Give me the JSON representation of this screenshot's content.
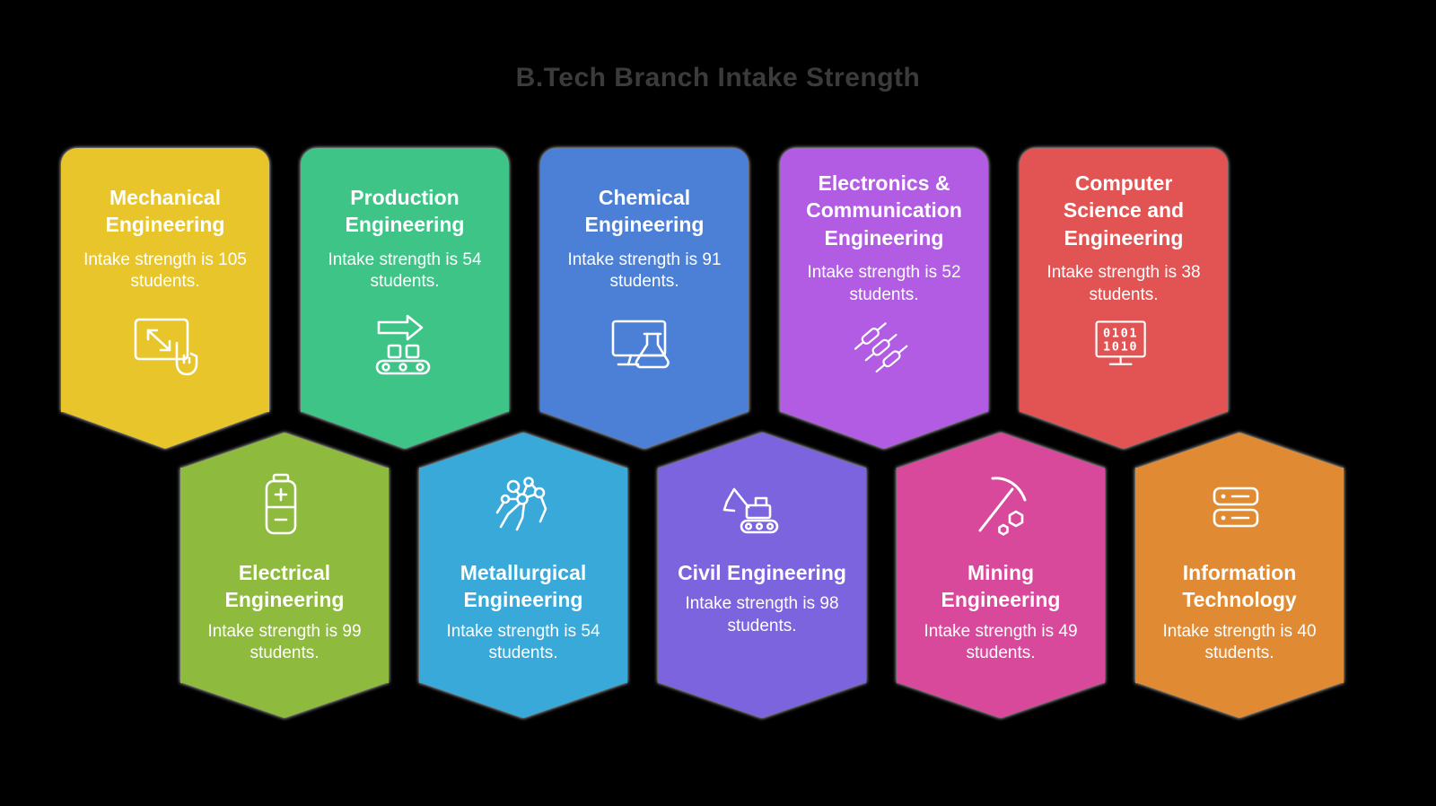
{
  "page": {
    "title": "B.Tech Branch Intake Strength",
    "title_color": "#3b3b3b",
    "background_color": "#000000"
  },
  "cards": [
    {
      "id": "mechanical",
      "title": "Mechanical Engineering",
      "description": "Intake strength is 105 students.",
      "color": "#e7c52b",
      "icon": "touchscreen-icon"
    },
    {
      "id": "production",
      "title": "Production Engineering",
      "description": "Intake strength is 54 students.",
      "color": "#3ec487",
      "icon": "conveyor-icon"
    },
    {
      "id": "chemical",
      "title": "Chemical Engineering",
      "description": "Intake strength is 91 students.",
      "color": "#4b80d6",
      "icon": "monitor-flask-icon"
    },
    {
      "id": "electronics-communication",
      "title": "Electronics & Communication Engineering",
      "description": "Intake strength is 52 students.",
      "color": "#b15ce2",
      "icon": "resistors-icon"
    },
    {
      "id": "computer-science",
      "title": "Computer Science and Engineering",
      "description": "Intake strength is 38 students.",
      "color": "#e25453",
      "icon": "binary-monitor-icon",
      "icon_text": [
        "0101",
        "1010"
      ]
    },
    {
      "id": "electrical",
      "title": "Electrical Engineering",
      "description": "Intake strength is 99 students.",
      "color": "#8eba3d",
      "icon": "battery-icon"
    },
    {
      "id": "metallurgical",
      "title": "Metallurgical Engineering",
      "description": "Intake strength is 54 students.",
      "color": "#38a9d9",
      "icon": "molecule-icon"
    },
    {
      "id": "civil",
      "title": "Civil Engineering",
      "description": "Intake strength is 98 students.",
      "color": "#7b64dd",
      "icon": "excavator-icon"
    },
    {
      "id": "mining",
      "title": "Mining Engineering",
      "description": "Intake strength is 49 students.",
      "color": "#d8499c",
      "icon": "pickaxe-icon"
    },
    {
      "id": "information-technology",
      "title": "Information Technology",
      "description": "Intake strength is 40 students.",
      "color": "#e08b33",
      "icon": "server-stack-icon"
    }
  ]
}
